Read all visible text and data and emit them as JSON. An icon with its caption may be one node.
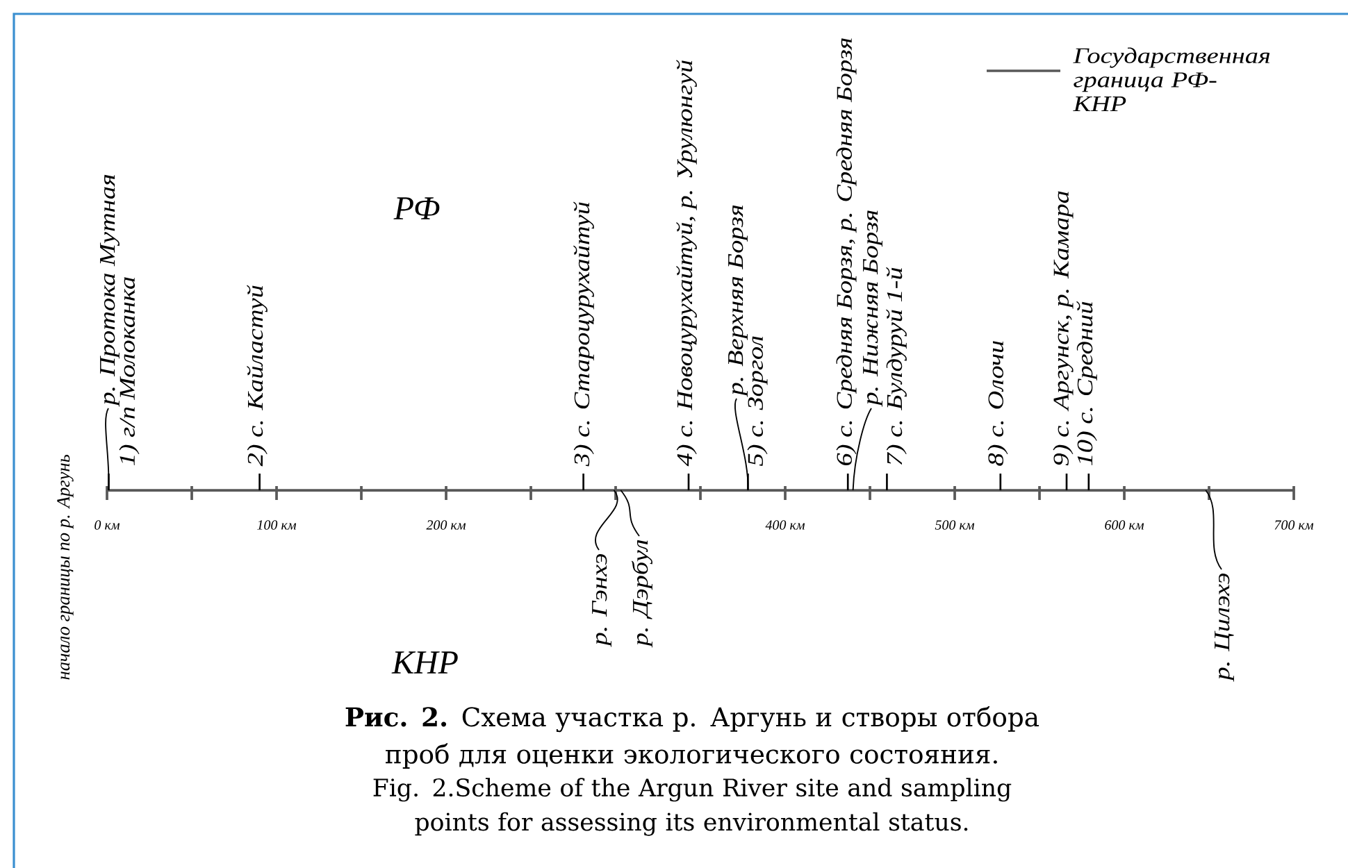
{
  "diagram": {
    "caption": "**Рис. 2.** Схема участка р. Аргунь и створы отбора проб для оценки экологического состояния.",
    "labels": [
      "РФ",
      "начало границы по р. Аргунь",
      "р. Протока Мутная",
      "1) г/п Молоканка",
      "2) с. Кайластуй",
      "3) с. Староцурухайтуй",
      "4) с. Новоцурухайтуй, р. Урулюнгуй",
      "р. Верхняя Борзя",
      "5) с. Зоргол",
      "6) с. Средняя Борзя, р. Средняя Борзя",
      "р. Нижняя Борзя",
      "7) с. Булдуруй 1-й",
      "8) с. Олочи",
      "9) с. Аргунск, р. Камара",
      "10) с. Средний",
      "0 км",
      "100 км",
      "200 км",
      "400 км",
      "500 км",
      "600 км",
      "700 км",
      "р. Гэнхэ",
      "р. Дэрбул",
      "р. Цилэхэ",
      "КНР",
      "Fig. 2.Scheme of the Argun River site and sampling points for assessing its environmental status."
    ],
    "legend": [
      {
        "text": "Государственная граница РФ-КНР"
      }
    ]
  }
}
